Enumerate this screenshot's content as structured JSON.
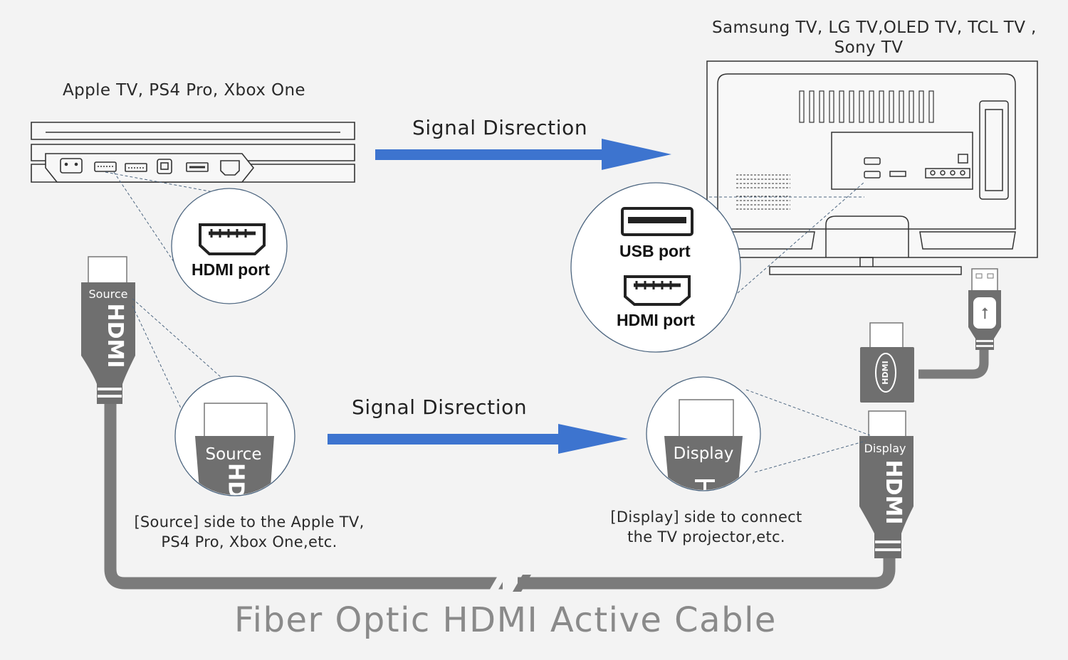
{
  "source_device_label": "Apple TV, PS4 Pro, Xbox One",
  "tv_label_line1": "Samsung TV, LG TV,OLED TV, TCL TV ,",
  "tv_label_line2": "Sony TV",
  "signal_direction_top": "Signal Disrection",
  "signal_direction_bottom": "Signal Disrection",
  "source_hdmi_port_label": "HDMI port",
  "tv_usb_port_label": "USB port",
  "tv_hdmi_port_label": "HDMI port",
  "source_connector_text": "Source",
  "source_connector_zoom_text": "Source",
  "source_connector_zoom_partial": "HD",
  "display_connector_text": "Display",
  "display_connector_zoom_text": "Display",
  "connector_hdmi_text": "HDMI",
  "source_note_line1": "[Source] side to the Apple TV,",
  "source_note_line2": "PS4 Pro, Xbox One,etc.",
  "display_note_line1": "[Display] side to connect",
  "display_note_line2": "the TV projector,etc.",
  "title": "Fiber Optic HDMI Active Cable",
  "colors": {
    "arrow": "#3d74cf",
    "cable": "#7b7b7b",
    "connector_body": "#6f6f6f",
    "title": "#8a8a8a",
    "callout_circle": "#4d6680"
  }
}
